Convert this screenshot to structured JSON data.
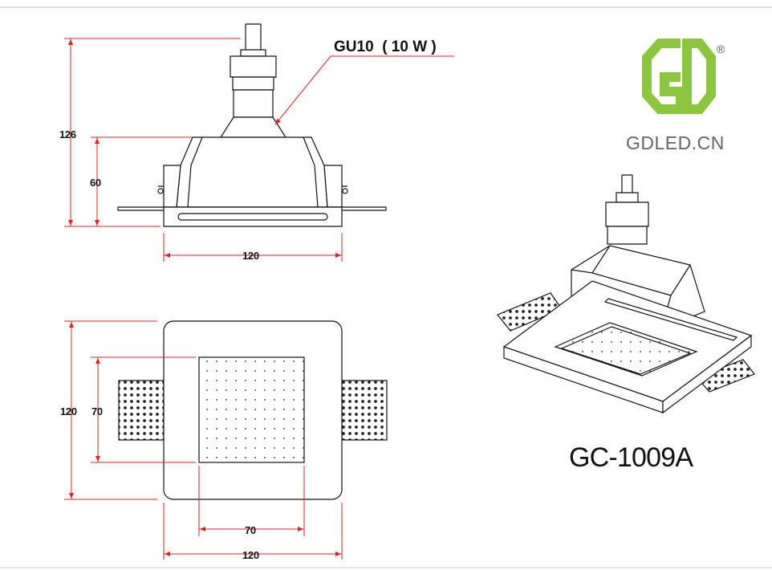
{
  "lamp_label": "GU10  ( 10 W )",
  "dims": {
    "side_total_height": "126",
    "side_body_height": "60",
    "side_width": "120",
    "plan_outer_height": "120",
    "plan_inner_height": "70",
    "plan_inner_width": "70",
    "plan_outer_width": "120"
  },
  "brand": {
    "logo_text": "GDLED.CN",
    "registered_mark": "®",
    "logo_color": "#8cc63f"
  },
  "model": "GC-1009A"
}
